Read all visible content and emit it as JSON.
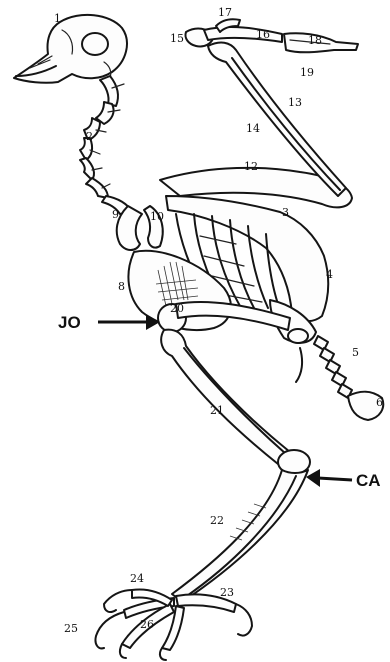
{
  "labels": {
    "n1": "1",
    "n2": "2",
    "n3": "3",
    "n4": "4",
    "n5": "5",
    "n6": "6",
    "n8": "8",
    "n9": "9",
    "n10": "10",
    "n12": "12",
    "n13": "13",
    "n14": "14",
    "n15": "15",
    "n16": "16",
    "n17": "17",
    "n18": "18",
    "n19": "19",
    "n20": "20",
    "n21": "21",
    "n22": "22",
    "n23": "23",
    "n24": "24",
    "n25": "25",
    "n26": "26"
  },
  "callouts": {
    "jo": "JO",
    "ca": "CA"
  },
  "colors": {
    "ink": "#151515",
    "paper": "#ffffff"
  }
}
